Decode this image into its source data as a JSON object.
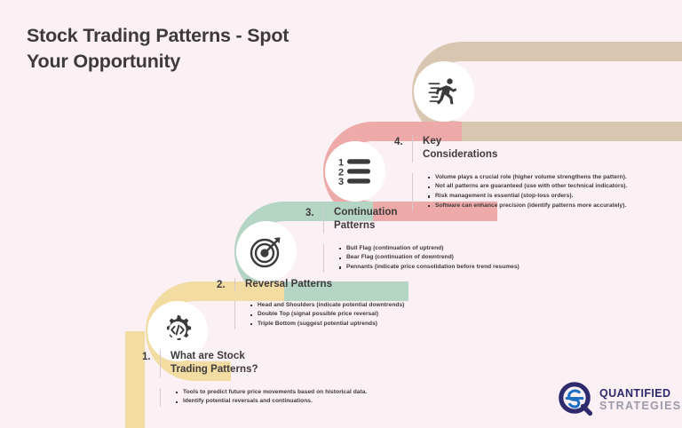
{
  "meta": {
    "background_color": "#fbf0f3",
    "text_color": "#3d3a3c"
  },
  "header": {
    "title_line1": "Stock Trading Patterns - Spot",
    "title_line2": "Your Opportunity"
  },
  "ribbon_colors": {
    "step1": "#f3dca2",
    "step2": "#b4d4c4",
    "step3": "#eeaaa8",
    "step4": "#d8c6b0"
  },
  "steps": [
    {
      "number": "1.",
      "title_line1": "What are Stock",
      "title_line2": "Trading Patterns?",
      "icon": "gear-code-icon",
      "ribbon_color": "#f3dca2",
      "bullets": [
        "Tools to predict future price movements based on historical data.",
        "Identify potential reversals and continuations."
      ]
    },
    {
      "number": "2.",
      "title_line1": "Reversal Patterns",
      "title_line2": "",
      "icon": "target-arrow-icon",
      "ribbon_color": "#b4d4c4",
      "bullets": [
        "Head and Shoulders (indicate potential downtrends)",
        "Double Top (signal possible price reversal)",
        "Triple Bottom (suggest potential uptrends)"
      ]
    },
    {
      "number": "3.",
      "title_line1": "Continuation",
      "title_line2": "Patterns",
      "icon": "numbered-list-icon",
      "ribbon_color": "#eeaaa8",
      "bullets": [
        "Bull Flag (continuation of uptrend)",
        "Bear Flag (continuation of downtrend)",
        "Pennants (indicate price consolidation before trend resumes)"
      ]
    },
    {
      "number": "4.",
      "title_line1": "Key",
      "title_line2": "Considerations",
      "icon": "running-person-icon",
      "ribbon_color": "#d8c6b0",
      "bullets": [
        "Volume plays a crucial role (higher volume strengthens the pattern).",
        "Not all patterns are guaranteed (use with other technical indicators).",
        "Risk management is essential (stop-loss orders).",
        "Software can enhance precision (identify patterns more accurately)."
      ]
    }
  ],
  "logo": {
    "name_line1": "QUANTIFIED",
    "name_line2": "STRATEGIES",
    "mark": "quantified-strategies-logo-icon",
    "color_primary": "#2d2a6e",
    "color_secondary": "#9a9aa8",
    "color_accent": "#1b6fc4"
  }
}
